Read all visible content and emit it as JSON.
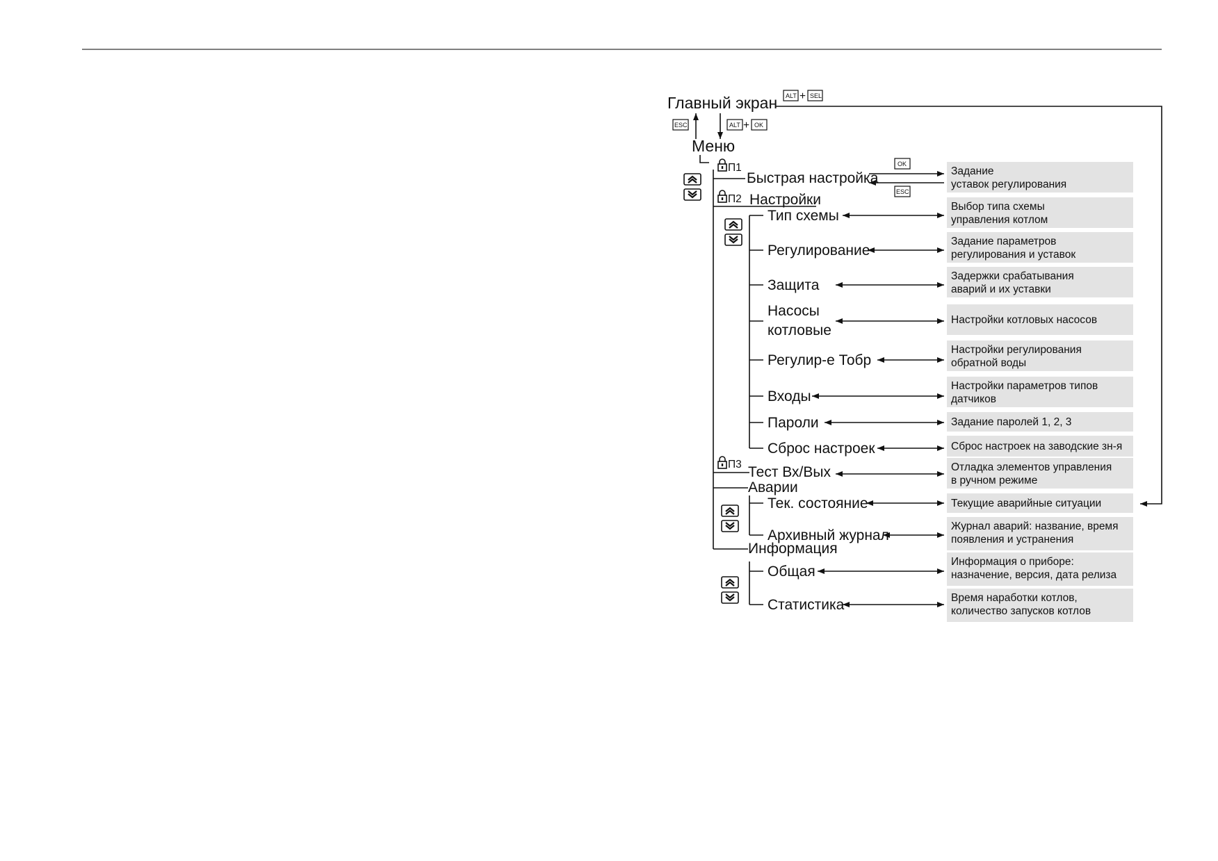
{
  "keys": {
    "alt": "ALT",
    "sel": "SEL",
    "esc": "ESC",
    "ok": "OK",
    "plus": "+"
  },
  "menu": {
    "main_screen": "Главный экран",
    "menu": "Меню",
    "locks": {
      "p1": "П1",
      "p2": "П2",
      "p3": "П3"
    },
    "quick": "Быстрая настройка",
    "settings": "Настройки",
    "settings_items": [
      {
        "line1": "Тип схемы",
        "line2": ""
      },
      {
        "line1": "Регулирование",
        "line2": ""
      },
      {
        "line1": "Защита",
        "line2": ""
      },
      {
        "line1": "Насосы",
        "line2": "котловые"
      },
      {
        "line1": "Регулир-е Тобр",
        "line2": ""
      },
      {
        "line1": "Входы",
        "line2": ""
      },
      {
        "line1": "Пароли",
        "line2": ""
      },
      {
        "line1": "Сброс настроек",
        "line2": ""
      }
    ],
    "test": "Тест Вх/Вых",
    "alarms": "Аварии",
    "alarm_items": [
      "Тек. состояние",
      "Архивный журнал"
    ],
    "info": "Информация",
    "info_items": [
      "Общая",
      "Статистика"
    ]
  },
  "descriptions": [
    {
      "line1": "Задание",
      "line2": "уставок регулирования"
    },
    {
      "line1": "Выбор типа схемы",
      "line2": "управления котлом"
    },
    {
      "line1": "Задание параметров",
      "line2": "регулирования и уставок"
    },
    {
      "line1": "Задержки срабатывания",
      "line2": "аварий и их уставки"
    },
    {
      "line1": "Настройки котловых насосов",
      "line2": ""
    },
    {
      "line1": "Настройки регулирования",
      "line2": "обратной воды"
    },
    {
      "line1": "Настройки параметров типов",
      "line2": "датчиков"
    },
    {
      "line1": "Задание паролей 1, 2, 3",
      "line2": ""
    },
    {
      "line1": "Сброс настроек на заводские зн-я",
      "line2": ""
    },
    {
      "line1": "Отладка элементов управления",
      "line2": "в ручном режиме"
    },
    {
      "line1": "Текущие аварийные ситуации",
      "line2": ""
    },
    {
      "line1": "Журнал аварий: название, время",
      "line2": "появления и устранения"
    },
    {
      "line1": "Информация о приборе:",
      "line2": "назначение, версия, дата релиза"
    },
    {
      "line1": "Время наработки котлов,",
      "line2": "количество запусков котлов"
    }
  ],
  "colors": {
    "box_fill": "#e3e3e3",
    "line": "#111111",
    "rule": "#555555"
  }
}
